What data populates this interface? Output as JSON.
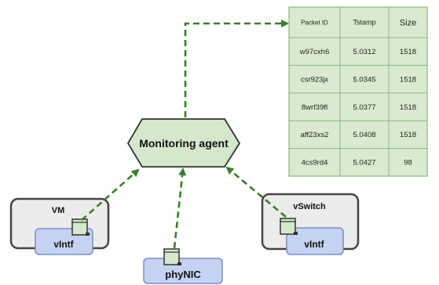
{
  "agent": {
    "label": "Monitoring agent"
  },
  "vm": {
    "label": "VM",
    "interface_label": "vIntf"
  },
  "vswitch": {
    "label": "vSwitch",
    "interface_label": "vIntf"
  },
  "phynic": {
    "label": "phyNIC"
  },
  "packet_table": {
    "headers": [
      "Packet ID",
      "Tstamp",
      "Size"
    ],
    "rows": [
      [
        "w97cxh6",
        "5.0312",
        "1518"
      ],
      [
        "csr923jx",
        "5.0345",
        "1518"
      ],
      [
        "8wrf39fl",
        "5.0377",
        "1518"
      ],
      [
        "aff23xs2",
        "5.0408",
        "1518"
      ],
      [
        "4cs9rd4",
        "5.0427",
        "98"
      ]
    ]
  },
  "colors": {
    "arrow": "#3a7d2c",
    "agent_fill": "#d6e8cc",
    "table_fill": "#d9ead0",
    "table_border": "#8fb582",
    "host_fill": "#ececec",
    "host_border": "#444444",
    "intf_fill": "#c6d2f2",
    "intf_border": "#7b8fc4",
    "capture_fill": "#d6e8cc"
  },
  "icons": {
    "capture_point": "capture-device-icon"
  }
}
